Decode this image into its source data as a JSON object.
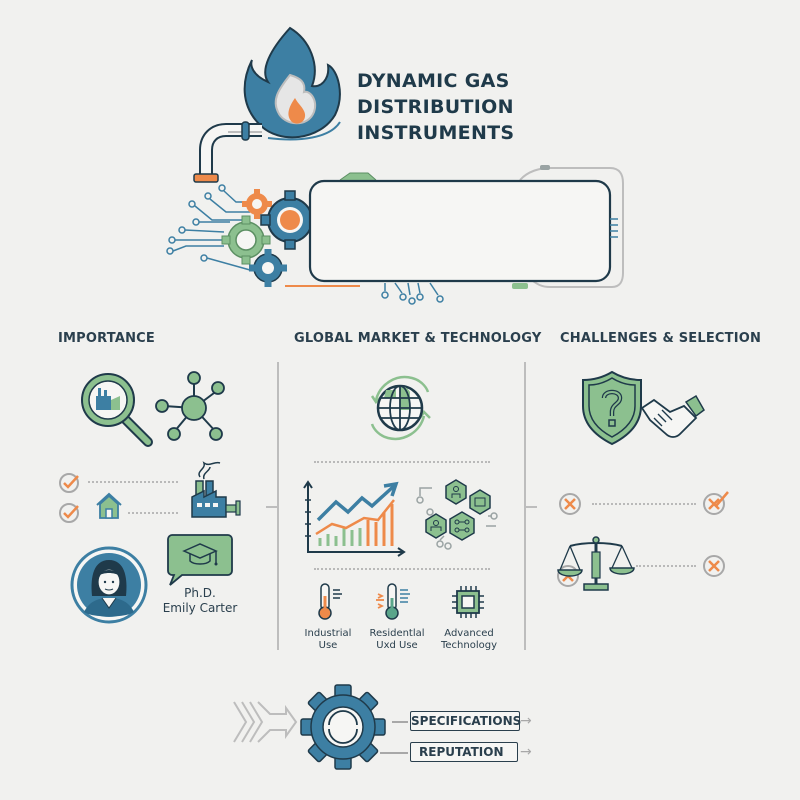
{
  "header": {
    "title_lines": [
      "DYNAMIC GAS",
      "DISTRIBUTION",
      "INSTRUMENTS"
    ],
    "banner_text": ""
  },
  "sections": [
    {
      "title": "IMPORTANCE",
      "icons": [
        "magnifier-factory-icon",
        "network-hub-icon",
        "check-icon",
        "check-icon",
        "house-icon",
        "factory-icon",
        "avatar",
        "graduation-cap-icon"
      ],
      "expert": {
        "degree": "Ph.D.",
        "name": "Emily Carter"
      }
    },
    {
      "title": "GLOBAL MARKET & TECHNOLOGY",
      "icons": [
        "globe-cycle-icon",
        "growth-chart-icon",
        "hexagon-tech-icon"
      ],
      "uses": [
        {
          "line1": "Industrial",
          "line2": "Use",
          "icon": "thermometer-icon"
        },
        {
          "line1": "Residentlal",
          "line2": "Uxd Use",
          "icon": "thermometer-heat-icon"
        },
        {
          "line1": "Advanced",
          "line2": "Technology",
          "icon": "chip-icon"
        }
      ]
    },
    {
      "title": "CHALLENGES & SELECTION",
      "icons": [
        "shield-question-icon",
        "handshake-icon",
        "x-circle-icon",
        "x-check-circle-icon",
        "scales-icon",
        "x-circle-icon"
      ]
    }
  ],
  "footer": {
    "items": [
      "SPECIFICATIONS",
      "REPUTATION"
    ]
  },
  "colors": {
    "navy": "#1f3a4a",
    "blue": "#3d7fa3",
    "green": "#8cc08f",
    "orange": "#ee8a4a",
    "grey": "#bdbdbd",
    "bg": "#f1f1ef"
  }
}
